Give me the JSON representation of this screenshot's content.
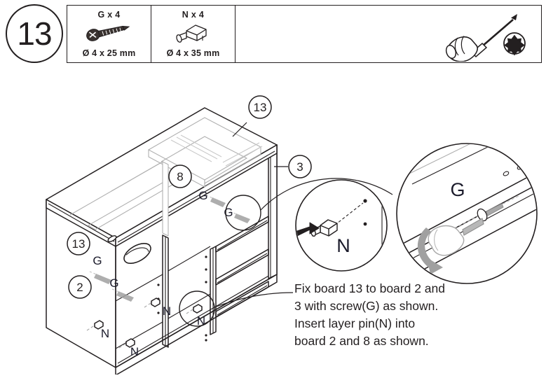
{
  "step": {
    "number": "13"
  },
  "parts": [
    {
      "name": "G x 4",
      "dimension": "Ø 4 x 25 mm",
      "icon": "screw-icon"
    },
    {
      "name": "N x 4",
      "dimension": "Ø 4 x 35 mm",
      "icon": "layer-pin-icon"
    }
  ],
  "tools": [
    {
      "icon": "phillips-screwdriver-icon"
    },
    {
      "icon": "phillips-head-icon"
    }
  ],
  "diagram": {
    "board_callouts": [
      {
        "label": "13",
        "position": "top-back-rail"
      },
      {
        "label": "3",
        "position": "right-side-panel"
      },
      {
        "label": "8",
        "position": "center-divider-panel"
      },
      {
        "label": "13",
        "position": "left-top-edge"
      },
      {
        "label": "2",
        "position": "left-side-panel"
      }
    ],
    "fastener_labels": [
      {
        "label": "G",
        "position": "back-rail-upper-left"
      },
      {
        "label": "G",
        "position": "back-rail-upper-right"
      },
      {
        "label": "G",
        "position": "top-left-front"
      },
      {
        "label": "G",
        "position": "top-left-lower"
      },
      {
        "label": "N",
        "position": "left-panel-pin"
      },
      {
        "label": "N",
        "position": "center-panel-pin-upper"
      },
      {
        "label": "N",
        "position": "center-panel-pin-lower"
      },
      {
        "label": "N",
        "position": "divider-pin"
      }
    ],
    "detail_g": {
      "label": "G",
      "action": "rotate-screwdriver"
    },
    "detail_n": {
      "label": "N",
      "action": "insert-pin"
    }
  },
  "instructions": {
    "lines": [
      "Fix board 13 to board 2 and",
      "3 with screw(G) as shown.",
      "Insert layer pin(N) into",
      "board 2 and 8 as shown."
    ]
  },
  "colors": {
    "ink": "#231f20",
    "light_line": "#9a9a9a",
    "arrow_gray": "#9d9d9d",
    "background": "#ffffff"
  }
}
